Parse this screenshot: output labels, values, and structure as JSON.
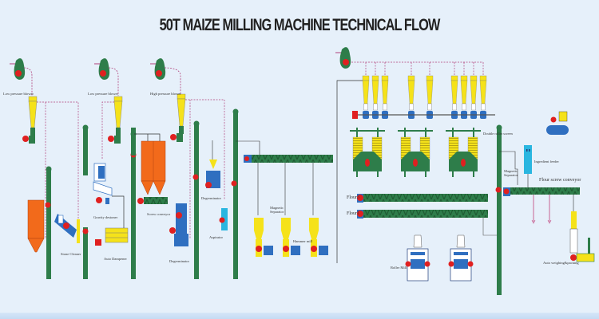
{
  "title": "50T MAIZE MILLING MACHINE TECHNICAL FLOW",
  "colors": {
    "background": "#e6f0fa",
    "elevator_green": "#2e7d4a",
    "motor_red": "#e02020",
    "cyclone_yellow": "#f5e21a",
    "silo_orange": "#f26a1b",
    "machine_blue": "#2f6fc0",
    "dashed_pipe": "#b0407a",
    "cyan": "#2ab6e0"
  },
  "labels": {
    "blower1": "Low pressure blower",
    "blower2": "Low pressure blower",
    "blower3": "High pressure blower",
    "stone_cleaner": "Stone Cleaner",
    "gravity_destoner": "Gravity destoner",
    "auto_dampener": "Auto Dampener",
    "screw_conveyor": "Screw conveyor",
    "degerminator1": "Degerminator",
    "degerminator2": "Degerminator",
    "aspirator": "Aspirator",
    "magnetic_separator": "Magnetic Separator",
    "hammer_mill": "Hammer mill",
    "flour3": "Flour3",
    "flour1": "Flour1",
    "roller_mill": "Roller Mill",
    "double_roller_screen": "Double roller screen",
    "magnetic_separator2": "Magnetic Separator",
    "ingredient_feeder": "Ingredient feeder",
    "flour_screw_conveyor": "Flour screw conveyor",
    "auto_packing": "Auto weighing&packing"
  }
}
